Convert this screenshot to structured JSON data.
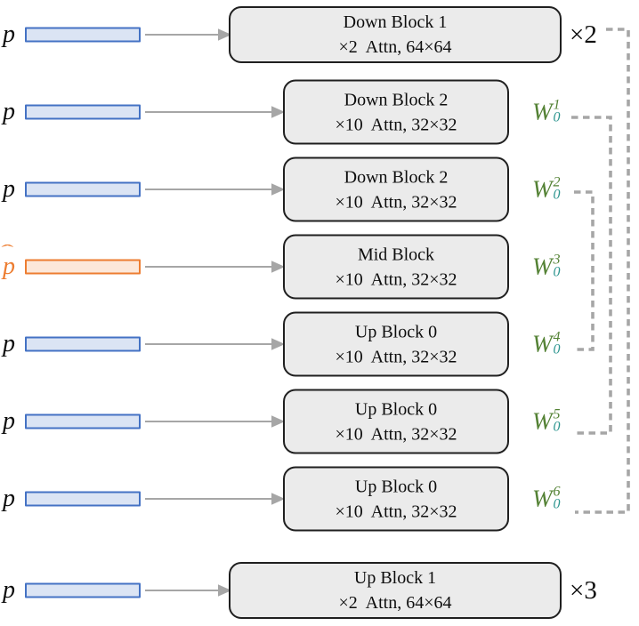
{
  "rows": [
    {
      "input_label": "p",
      "bar_color": "blue",
      "block_title": "Down Block 1",
      "block_detail": "×2  Attn, 64×64",
      "annotation": "×2"
    },
    {
      "input_label": "p",
      "bar_color": "blue",
      "block_title": "Down Block 2",
      "block_detail": "×10  Attn, 32×32",
      "weight_base": "W",
      "weight_sub": "0",
      "weight_sup": "1"
    },
    {
      "input_label": "p",
      "bar_color": "blue",
      "block_title": "Down Block 2",
      "block_detail": "×10  Attn, 32×32",
      "weight_base": "W",
      "weight_sub": "0",
      "weight_sup": "2"
    },
    {
      "input_label": "p",
      "input_hat": "ˆ",
      "bar_color": "orange",
      "block_title": "Mid Block",
      "block_detail": "×10  Attn, 32×32",
      "weight_base": "W",
      "weight_sub": "0",
      "weight_sup": "3"
    },
    {
      "input_label": "p",
      "bar_color": "blue",
      "block_title": "Up Block 0",
      "block_detail": "×10  Attn, 32×32",
      "weight_base": "W",
      "weight_sub": "0",
      "weight_sup": "4"
    },
    {
      "input_label": "p",
      "bar_color": "blue",
      "block_title": "Up Block 0",
      "block_detail": "×10  Attn, 32×32",
      "weight_base": "W",
      "weight_sub": "0",
      "weight_sup": "5"
    },
    {
      "input_label": "p",
      "bar_color": "blue",
      "block_title": "Up Block 0",
      "block_detail": "×10  Attn, 32×32",
      "weight_base": "W",
      "weight_sub": "0",
      "weight_sup": "6"
    },
    {
      "input_label": "p",
      "bar_color": "blue",
      "block_title": "Up Block 1",
      "block_detail": "×2  Attn, 64×64",
      "annotation": "×3"
    }
  ],
  "colors": {
    "blue_fill": "#dbe4f4",
    "blue_border": "#4472c4",
    "orange_fill": "#fce8da",
    "orange_border": "#ed7d31",
    "box_fill": "#ebebeb",
    "box_border": "#1f1f1f",
    "connector_gray": "#a6a6a6",
    "weight_green": "#548235",
    "weight_teal": "#2e9690",
    "text_black": "#0d0d0d"
  }
}
